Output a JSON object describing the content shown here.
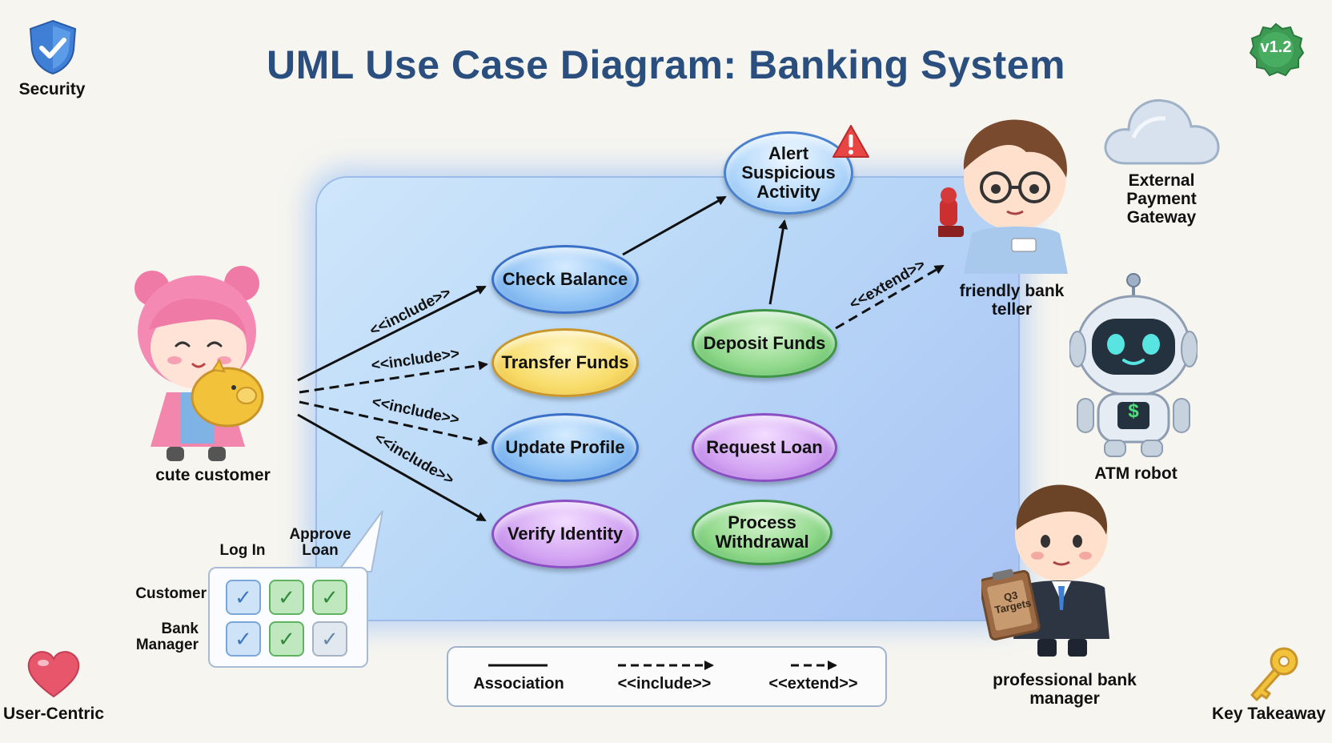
{
  "title": "UML Use Case Diagram: Banking System",
  "corners": {
    "security": "Security",
    "version": "v1.2",
    "user_centric": "User-Centric",
    "key_takeaway": "Key Takeaway"
  },
  "actors": {
    "customer": "cute customer",
    "teller": "friendly bank teller",
    "atm": "ATM robot",
    "manager": "professional bank manager",
    "gateway": "External Payment Gateway"
  },
  "use_cases": {
    "check_balance": "Check Balance",
    "transfer_funds": "Transfer Funds",
    "update_profile": "Update Profile",
    "verify_identity": "Verify Identity",
    "deposit_funds": "Deposit Funds",
    "request_loan": "Request Loan",
    "process_withdrawal": "Process Withdrawal",
    "alert": "Alert Suspicious Activity"
  },
  "relations": {
    "include1": "<<include>>",
    "include2": "<<include>>",
    "include3": "<<include>>",
    "include4": "<<include>>",
    "extend": "<<extend>>"
  },
  "permissions": {
    "col1": "Log In",
    "col2": "Approve Loan",
    "row1": "Customer",
    "row2": "Bank Manager",
    "check": "✓"
  },
  "legend": {
    "association": "Association",
    "include": "<<include>>",
    "extend": "<<extend>>"
  },
  "manager_clipboard": "Q3 Targets",
  "atm_symbol": "$",
  "colors": {
    "title": "#2a4f7f",
    "blue": "#5b97e3",
    "yellow": "#e4b533",
    "green": "#4fae57",
    "purple": "#a76ad9"
  }
}
